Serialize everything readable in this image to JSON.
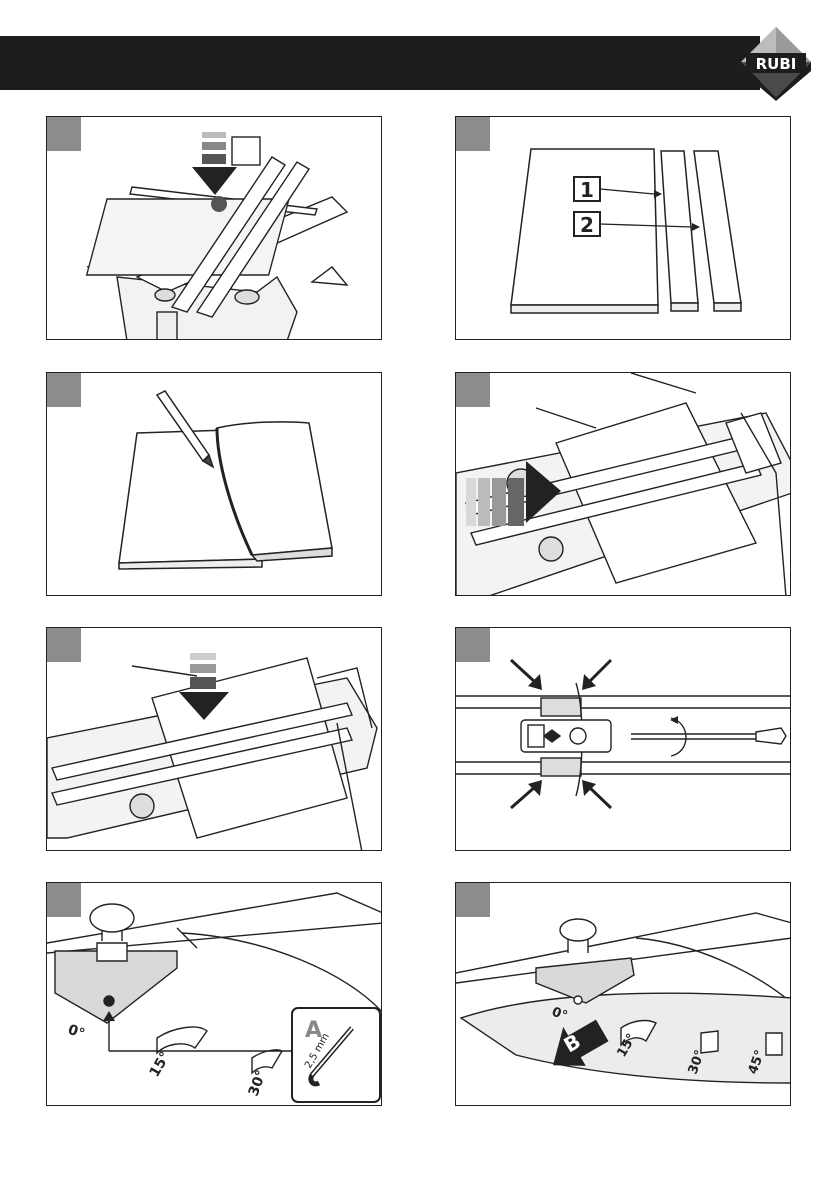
{
  "brand": {
    "logo_text": "RUBI",
    "header_color": "#1d1d1b",
    "step_box_color": "#8c8c8c"
  },
  "panels": [
    {
      "id": 1
    },
    {
      "id": 2,
      "callouts": [
        "1",
        "2"
      ]
    },
    {
      "id": 3
    },
    {
      "id": 4
    },
    {
      "id": 5
    },
    {
      "id": 6
    },
    {
      "id": 7,
      "tool_label": "A",
      "tool_size": "2,5 mm",
      "angles": [
        "0°",
        "15°",
        "30°"
      ]
    },
    {
      "id": 8,
      "marker_label": "B",
      "angles": [
        "0°",
        "15°",
        "30°",
        "45°"
      ]
    }
  ]
}
